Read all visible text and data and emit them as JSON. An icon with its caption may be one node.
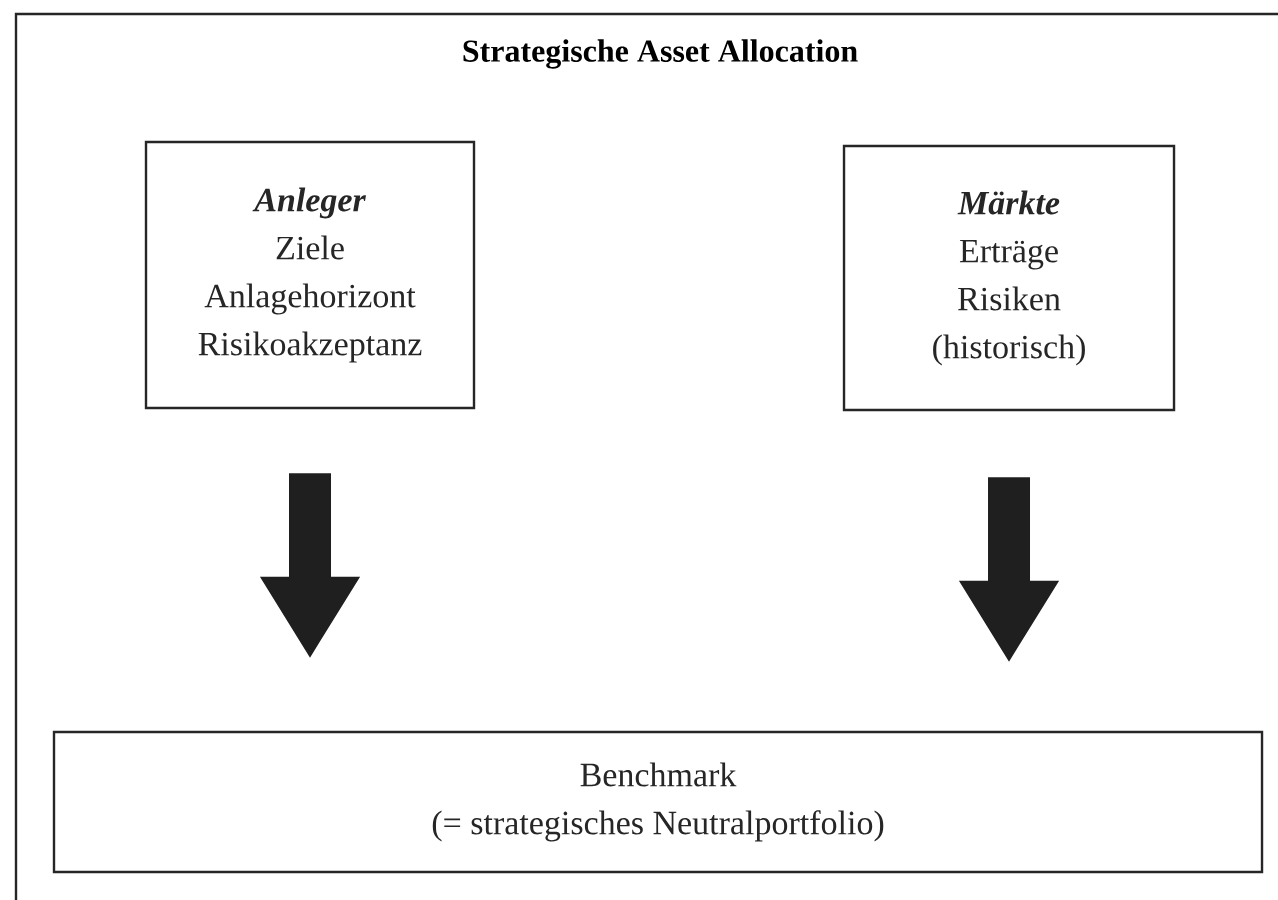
{
  "diagram": {
    "title": "Strategische Asset Allocation",
    "nodes": [
      {
        "text": [
          "Anleger",
          "Ziele",
          "Anlagehorizont",
          "Risikoakzeptanz"
        ]
      },
      {
        "text": [
          "Märkte",
          "Erträge",
          "Risiken",
          "(historisch)"
        ]
      },
      {
        "text": [
          "Benchmark",
          "(= strategisches Neutralportfolio)"
        ]
      }
    ],
    "edges": [
      {
        "from": 0,
        "to": 2,
        "arrow": "to"
      },
      {
        "from": 1,
        "to": 2,
        "arrow": "to"
      }
    ]
  }
}
